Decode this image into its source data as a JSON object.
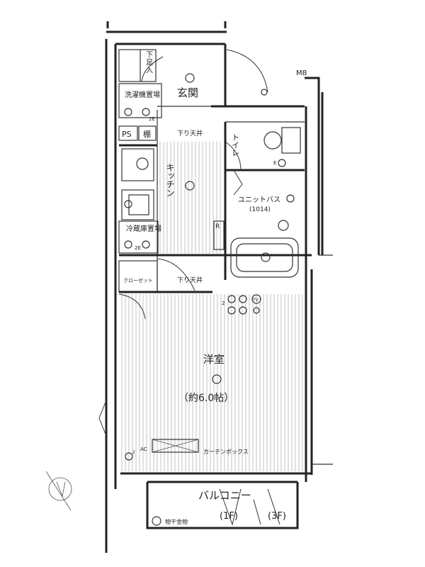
{
  "rooms": {
    "genkan": "玄関",
    "getabako": "下足入",
    "washer": "洗濯機置場",
    "washer_box": "2E",
    "ps": "PS",
    "shelf": "棚",
    "kitchen": "キッチン",
    "fridge": "冷蔵庫置場",
    "fridge_box": "2E",
    "closet": "クローゼット",
    "toilet": "トイレ",
    "bath": "ユニットバス",
    "bath_size": "(1014)",
    "western": "洋室",
    "western_size": "（約6.0帖）",
    "balcony": "バルコニー",
    "balcony_1f": "(1F)",
    "balcony_3f": "(3F)",
    "drying": "物干金物",
    "curtain": "カーテンボックス",
    "mb": "MB"
  },
  "labels": {
    "lowered_ceiling_1": "下り天井",
    "lowered_ceiling_2": "下り天井",
    "range_hood": "R",
    "tv": "TV",
    "ac": "AC",
    "outlet_2": "2",
    "outlet_2b": "2",
    "toilet_e": "E"
  },
  "colors": {
    "line": "#222222",
    "floor_hatch": "#9a9a9a"
  }
}
